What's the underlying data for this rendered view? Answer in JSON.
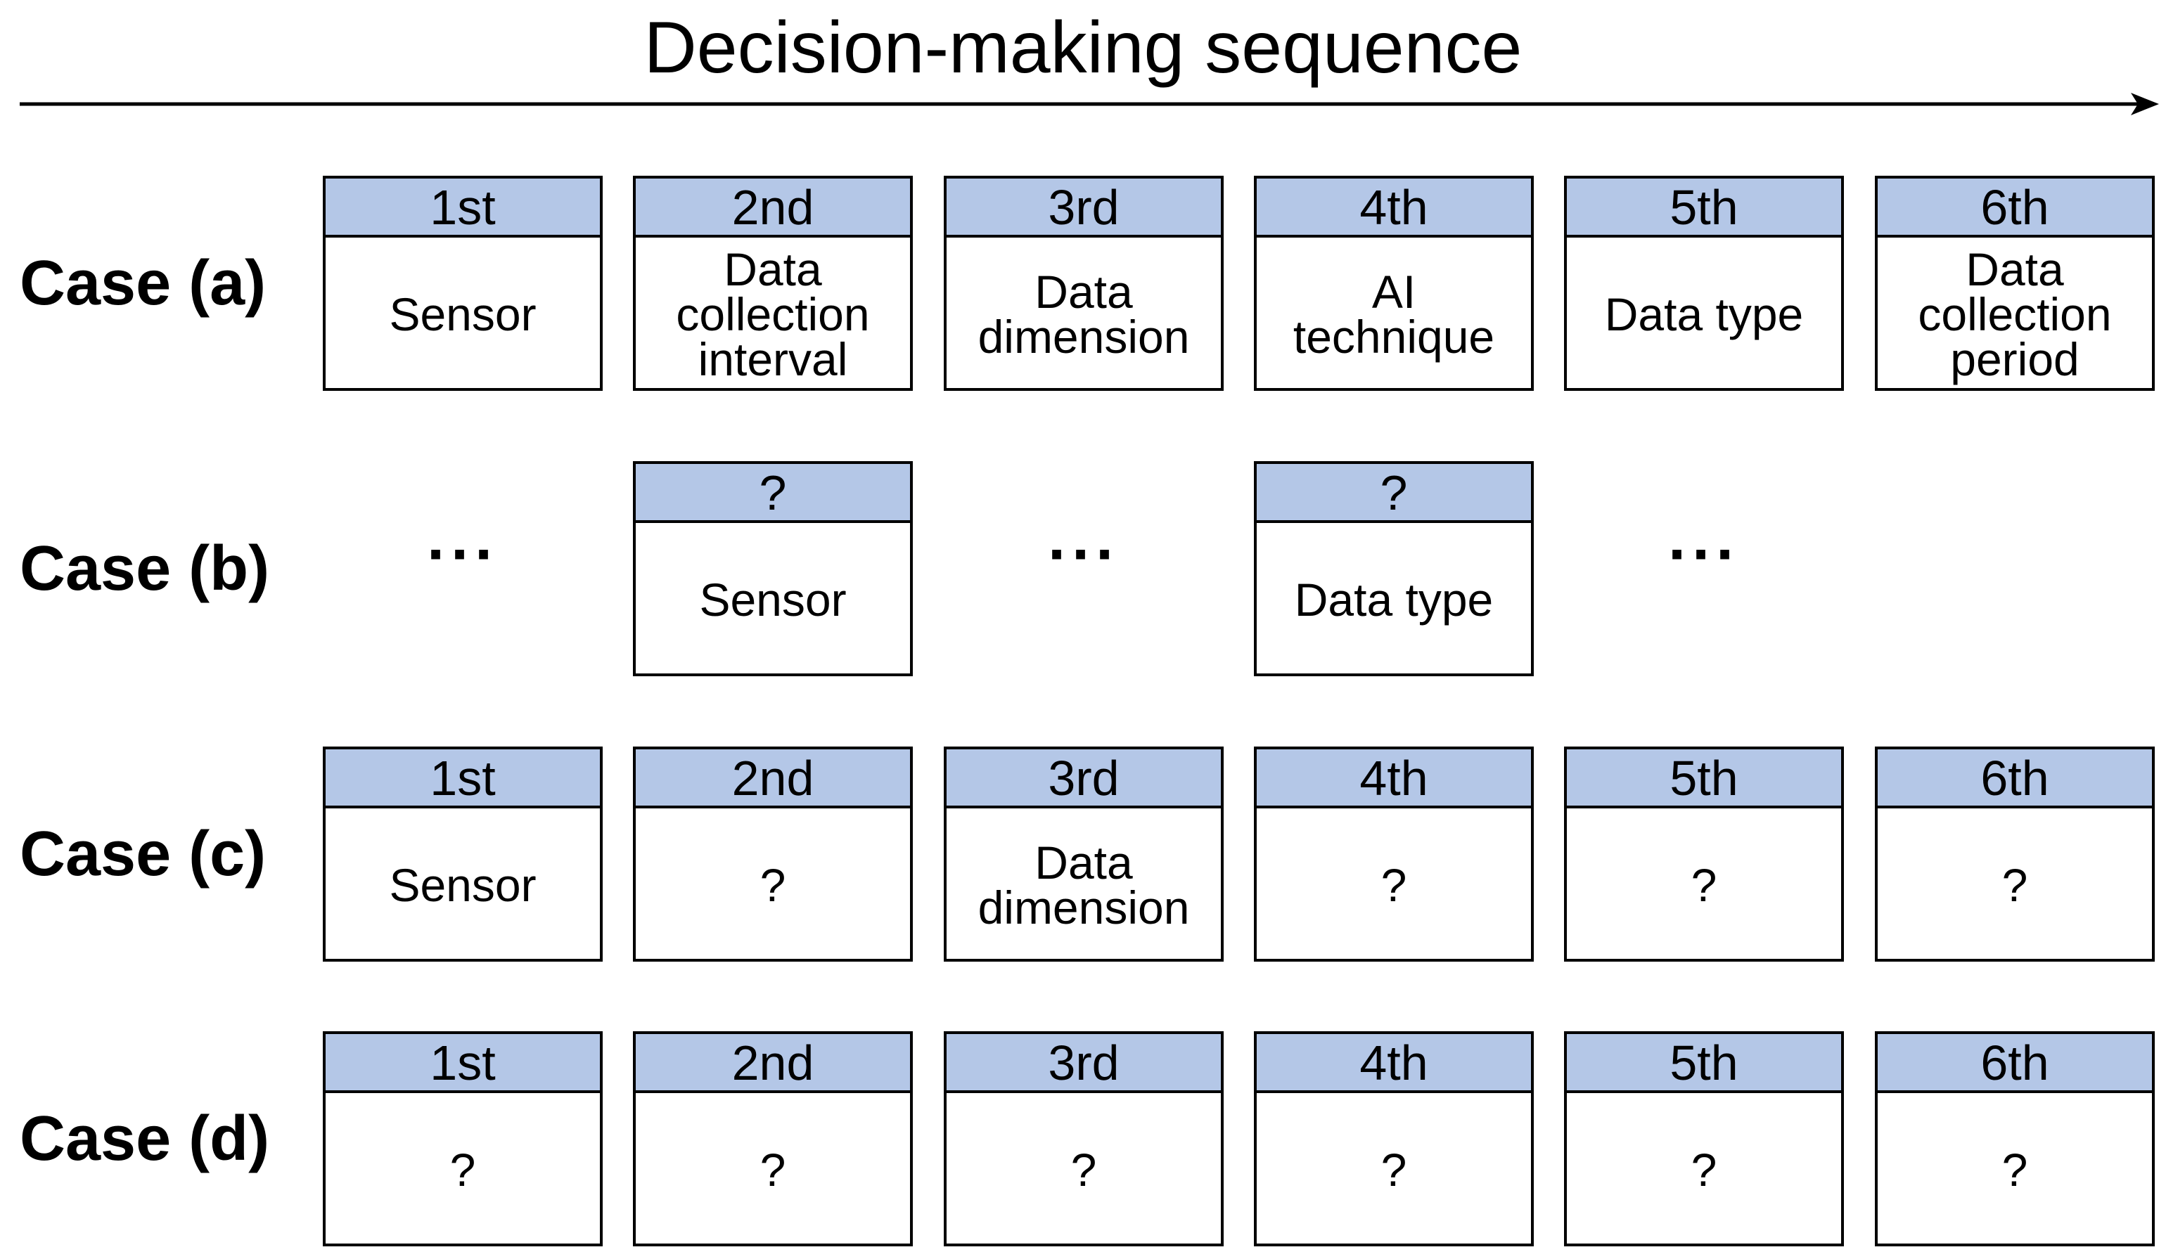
{
  "title": "Decision-making sequence",
  "cases": [
    {
      "label": "Case (a)",
      "steps": [
        {
          "order": "1st",
          "text": "Sensor"
        },
        {
          "order": "2nd",
          "text": "Data\ncollection\ninterval"
        },
        {
          "order": "3rd",
          "text": "Data\ndimension"
        },
        {
          "order": "4th",
          "text": "AI\ntechnique"
        },
        {
          "order": "5th",
          "text": "Data type"
        },
        {
          "order": "6th",
          "text": "Data\ncollection\nperiod"
        }
      ]
    },
    {
      "label": "Case (b)",
      "steps": [
        {
          "ellipsis": "···"
        },
        {
          "order": "?",
          "text": "Sensor"
        },
        {
          "ellipsis": "···"
        },
        {
          "order": "?",
          "text": "Data type"
        },
        {
          "ellipsis": "···"
        },
        {
          "empty": true
        }
      ]
    },
    {
      "label": "Case (c)",
      "steps": [
        {
          "order": "1st",
          "text": "Sensor"
        },
        {
          "order": "2nd",
          "text": "?"
        },
        {
          "order": "3rd",
          "text": "Data\ndimension"
        },
        {
          "order": "4th",
          "text": "?"
        },
        {
          "order": "5th",
          "text": "?"
        },
        {
          "order": "6th",
          "text": "?"
        }
      ]
    },
    {
      "label": "Case (d)",
      "steps": [
        {
          "order": "1st",
          "text": "?"
        },
        {
          "order": "2nd",
          "text": "?"
        },
        {
          "order": "3rd",
          "text": "?"
        },
        {
          "order": "4th",
          "text": "?"
        },
        {
          "order": "5th",
          "text": "?"
        },
        {
          "order": "6th",
          "text": "?"
        }
      ]
    }
  ],
  "colors": {
    "header_fill": "#b4c7e7",
    "border": "#000000",
    "background": "#ffffff"
  }
}
